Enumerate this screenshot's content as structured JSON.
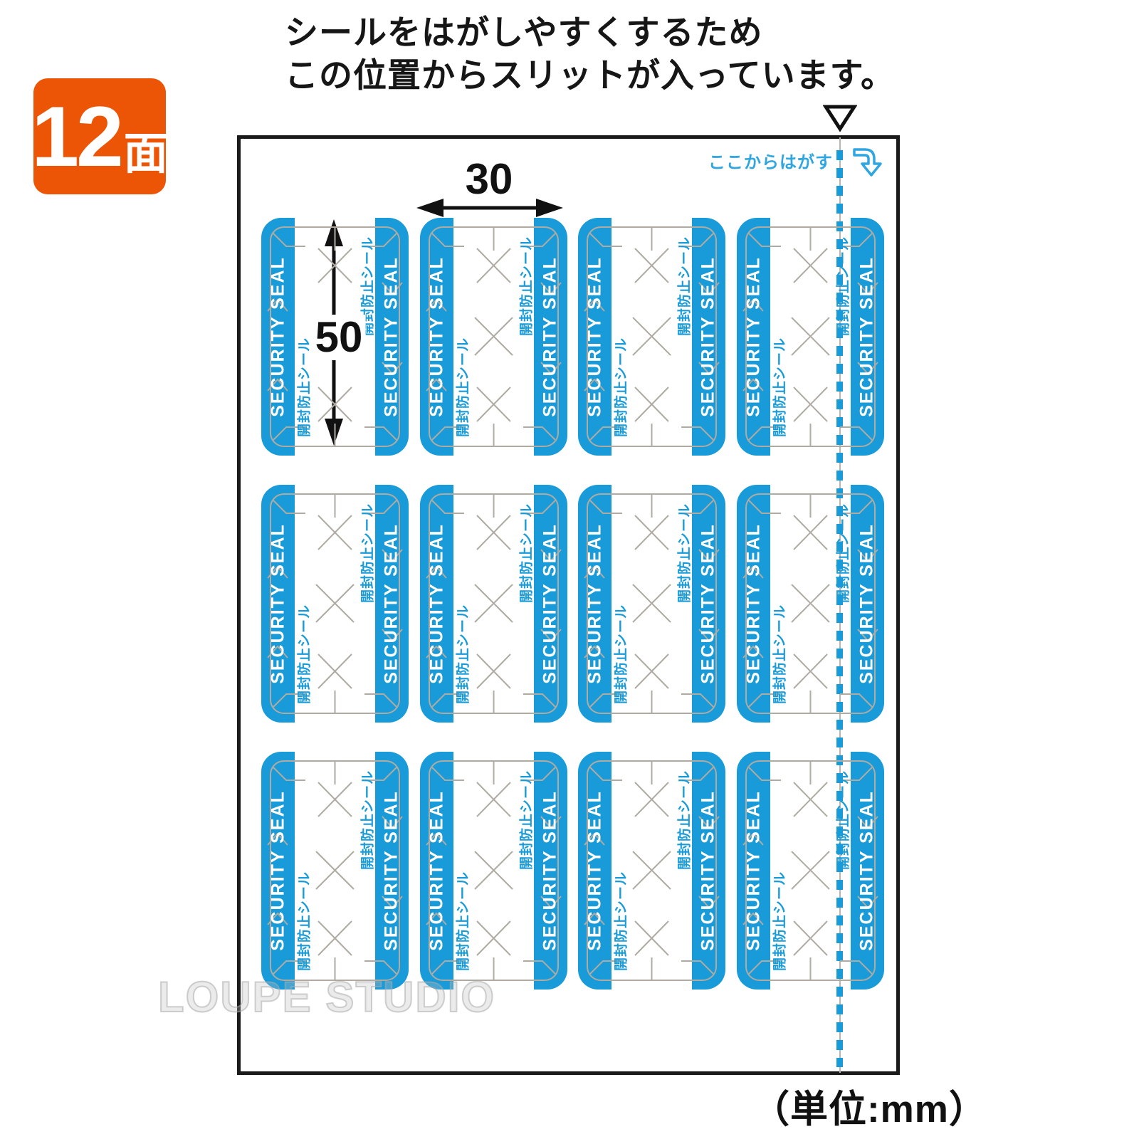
{
  "annotation": {
    "line1": "シールをはがしやすくするため",
    "line2": "この位置からスリットが入っています。"
  },
  "badge": {
    "count": "12",
    "unit": "面"
  },
  "sheet": {
    "peel_hint": "ここからはがす",
    "seal_count": 12,
    "rows": 3,
    "columns": 4,
    "seal": {
      "security_text": "SECURITY SEAL",
      "tamper_text": "開封防止シール"
    }
  },
  "dimensions": {
    "width_mm": "30",
    "height_mm": "50",
    "unit_note": "（単位:mm）"
  },
  "watermark": "LOUPE STUDIO",
  "icons": {
    "slit_marker": "triangle-down-icon",
    "peel_arrow": "curved-arrow-down-icon"
  },
  "colors": {
    "seal_blue": "#189BD8",
    "hint_blue": "#2FA6DF",
    "badge_orange": "#EB5505",
    "diecut_gray": "#AFABA3"
  }
}
